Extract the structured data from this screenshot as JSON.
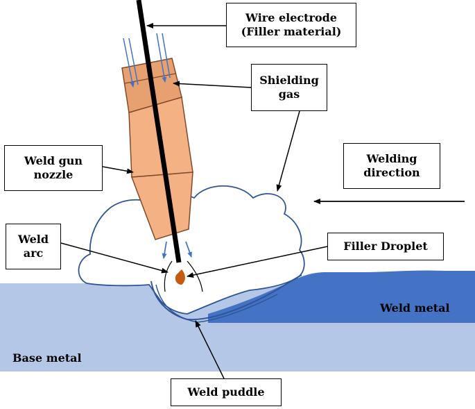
{
  "labels": {
    "wire_electrode": "Wire electrode\n(Filler material)",
    "shielding_gas": "Shielding\ngas",
    "weld_gun_nozzle": "Weld gun\nnozzle",
    "welding_direction": "Welding\ndirection",
    "weld_arc": "Weld\narc",
    "filler_droplet": "Filler Droplet",
    "weld_metal": "Weld metal",
    "base_metal": "Base metal",
    "weld_puddle": "Weld puddle"
  },
  "colors": {
    "base_metal": "#b4c7e7",
    "weld_metal": "#4472c4",
    "nozzle_body": "#f4b183",
    "nozzle_top": "#e7a070",
    "nozzle_outline": "#7f4a2a",
    "cloud_outline": "#2f5597",
    "droplet": "#c55a11",
    "gas_arrows": "#4472c4"
  }
}
